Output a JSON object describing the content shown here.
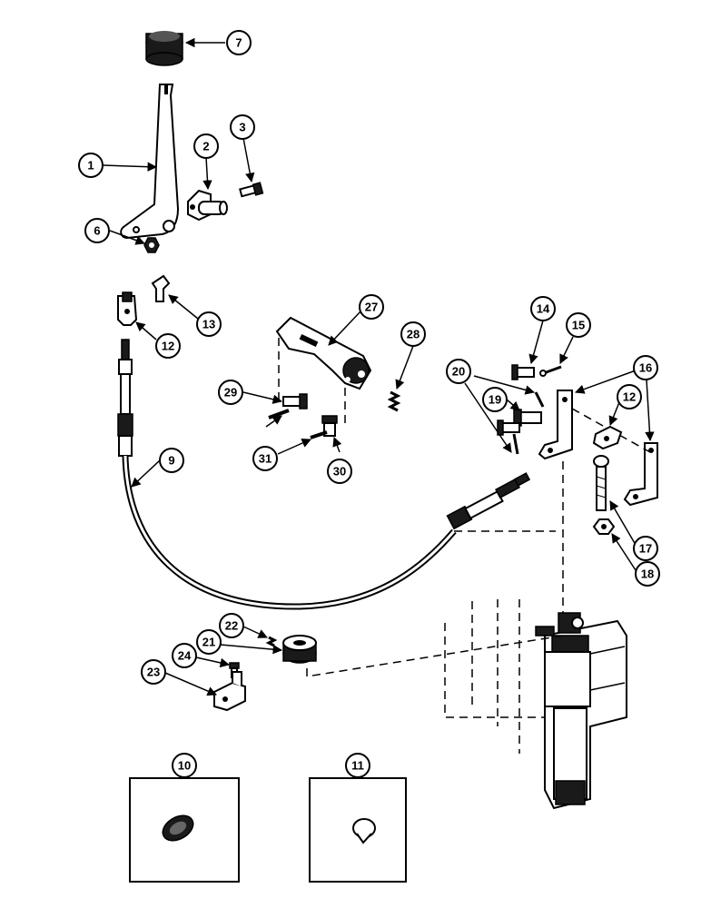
{
  "callouts": {
    "c1": "1",
    "c2": "2",
    "c3": "3",
    "c6": "6",
    "c7": "7",
    "c9": "9",
    "c10": "10",
    "c11": "11",
    "c12a": "12",
    "c12b": "12",
    "c13": "13",
    "c14": "14",
    "c15": "15",
    "c16": "16",
    "c17": "17",
    "c18": "18",
    "c19": "19",
    "c20": "20",
    "c21": "21",
    "c22": "22",
    "c23": "23",
    "c24": "24",
    "c27": "27",
    "c28": "28",
    "c29": "29",
    "c30": "30",
    "c31": "31"
  }
}
